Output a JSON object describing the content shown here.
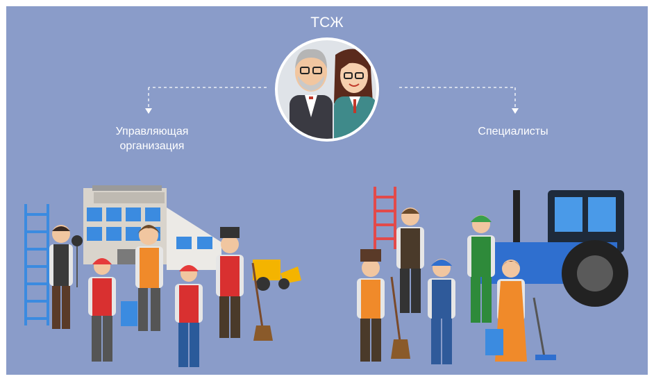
{
  "title": "ТСЖ",
  "left_branch": {
    "label_line1": "Управляющая",
    "label_line2": "организация"
  },
  "right_branch": {
    "label": "Специалисты"
  },
  "colors": {
    "background": "#8a9cc9",
    "text": "#ffffff",
    "tractor": "#2f6fcf",
    "ladder_left": "#3b8be0",
    "ladder_right": "#e24a4a"
  },
  "icons": [
    "tszh-couple-avatar",
    "arrow-down-icon",
    "building-icon",
    "loader-icon",
    "tractor-icon",
    "ladder-icon",
    "worker-figure"
  ]
}
